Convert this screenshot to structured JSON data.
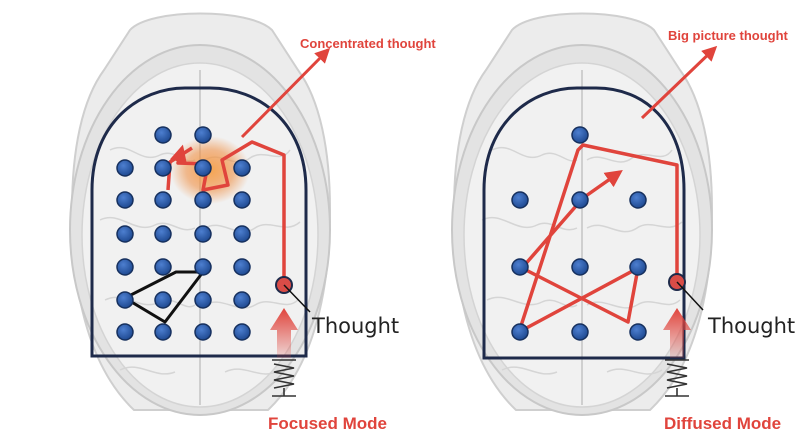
{
  "diagrams": {
    "focused": {
      "mode_label": "Focused Mode",
      "thought_label": "Thought",
      "arrow_label": "Concentrated thought"
    },
    "diffused": {
      "mode_label": "Diffused Mode",
      "thought_label": "Thought",
      "arrow_label": "Big picture thought"
    }
  },
  "colors": {
    "path_red": "#e0443c",
    "node_blue": "#2a5aa8",
    "frame_navy": "#1e2a4a",
    "label_red": "#e0443c"
  }
}
